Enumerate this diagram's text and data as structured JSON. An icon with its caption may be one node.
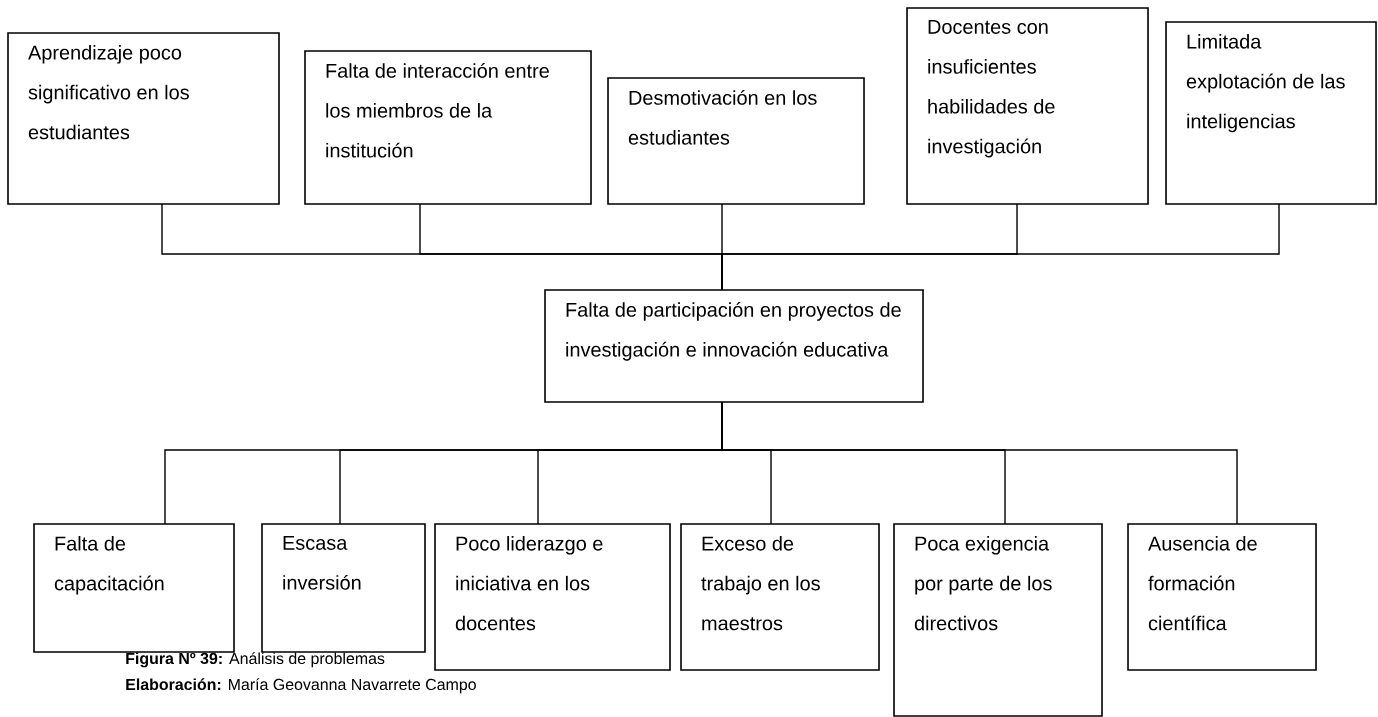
{
  "diagram": {
    "nodes": [
      {
        "text": [
          "Aprendizaje poco significativo en los estudiantes"
        ]
      },
      {
        "text": [
          "Falta de interacción entre los miembros de la institución"
        ]
      },
      {
        "text": [
          "Desmotivación en los estudiantes"
        ]
      },
      {
        "text": [
          "Docentes con insuficientes habilidades de investigación"
        ]
      },
      {
        "text": [
          "Limitada explotación de las inteligencias"
        ]
      },
      {
        "text": [
          "Falta de participación en proyectos de investigación e innovación educativa"
        ]
      },
      {
        "text": [
          "Falta de capacitación"
        ]
      },
      {
        "text": [
          "Escasa inversión"
        ]
      },
      {
        "text": [
          "Poco liderazgo e iniciativa en los docentes"
        ]
      },
      {
        "text": [
          "Exceso de trabajo en los maestros"
        ]
      },
      {
        "text": [
          "Poca exigencia por parte de los directivos"
        ]
      },
      {
        "text": [
          "Ausencia de formación científica"
        ]
      }
    ],
    "edges": [
      {
        "from": 0,
        "to": 5,
        "arrow": "none"
      },
      {
        "from": 1,
        "to": 5,
        "arrow": "none"
      },
      {
        "from": 2,
        "to": 5,
        "arrow": "none"
      },
      {
        "from": 3,
        "to": 5,
        "arrow": "none"
      },
      {
        "from": 4,
        "to": 5,
        "arrow": "none"
      },
      {
        "from": 5,
        "to": 6,
        "arrow": "none"
      },
      {
        "from": 5,
        "to": 7,
        "arrow": "none"
      },
      {
        "from": 5,
        "to": 8,
        "arrow": "none"
      },
      {
        "from": 5,
        "to": 9,
        "arrow": "none"
      },
      {
        "from": 5,
        "to": 10,
        "arrow": "none"
      },
      {
        "from": 5,
        "to": 11,
        "arrow": "none"
      }
    ],
    "labels": [
      "**Figura Nº 39:** Análisis de problemas",
      "**Elaboración:** María Geovanna Navarrete Campo"
    ]
  }
}
